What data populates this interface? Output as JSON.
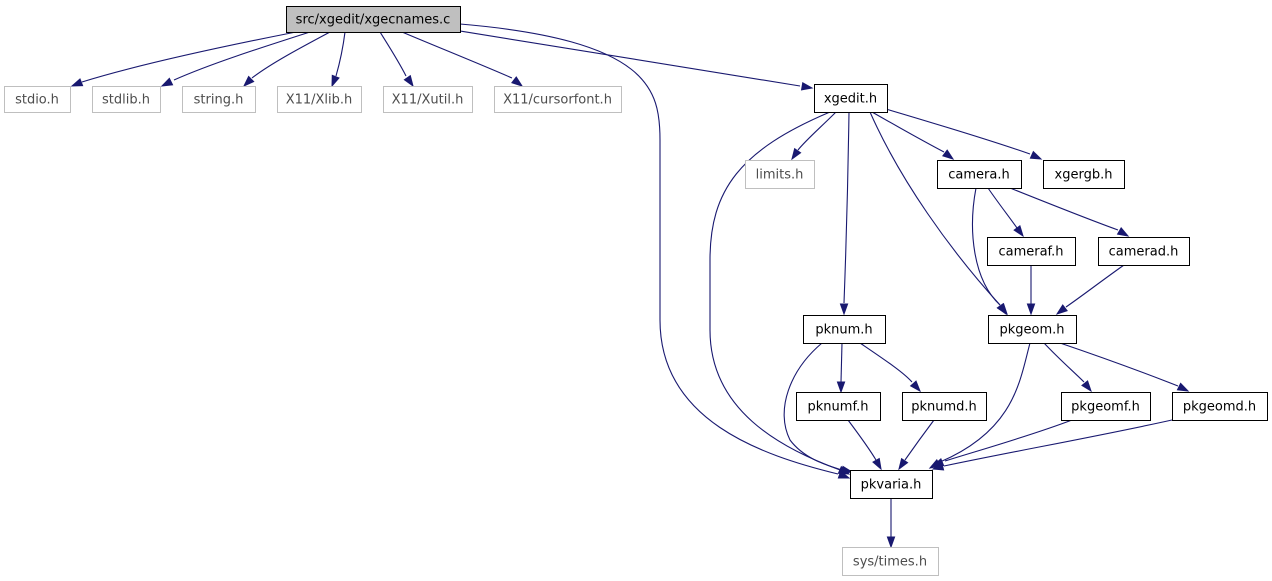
{
  "diagram": {
    "nodes": [
      {
        "id": "root",
        "label": "src/xgedit/xgecnames.c",
        "style": "root"
      },
      {
        "id": "stdio",
        "label": "stdio.h",
        "style": "external"
      },
      {
        "id": "stdlib",
        "label": "stdlib.h",
        "style": "external"
      },
      {
        "id": "string",
        "label": "string.h",
        "style": "external"
      },
      {
        "id": "xlib",
        "label": "X11/Xlib.h",
        "style": "external"
      },
      {
        "id": "xutil",
        "label": "X11/Xutil.h",
        "style": "external"
      },
      {
        "id": "cursorfont",
        "label": "X11/cursorfont.h",
        "style": "external"
      },
      {
        "id": "xgedit",
        "label": "xgedit.h",
        "style": "local"
      },
      {
        "id": "limits",
        "label": "limits.h",
        "style": "external"
      },
      {
        "id": "camera",
        "label": "camera.h",
        "style": "local"
      },
      {
        "id": "xgergb",
        "label": "xgergb.h",
        "style": "local"
      },
      {
        "id": "cameraf",
        "label": "cameraf.h",
        "style": "local"
      },
      {
        "id": "camerad",
        "label": "camerad.h",
        "style": "local"
      },
      {
        "id": "pknum",
        "label": "pknum.h",
        "style": "local"
      },
      {
        "id": "pkgeom",
        "label": "pkgeom.h",
        "style": "local"
      },
      {
        "id": "pknumf",
        "label": "pknumf.h",
        "style": "local"
      },
      {
        "id": "pknumd",
        "label": "pknumd.h",
        "style": "local"
      },
      {
        "id": "pkgeomf",
        "label": "pkgeomf.h",
        "style": "local"
      },
      {
        "id": "pkgeomd",
        "label": "pkgeomd.h",
        "style": "local"
      },
      {
        "id": "pkvaria",
        "label": "pkvaria.h",
        "style": "local"
      },
      {
        "id": "systimes",
        "label": "sys/times.h",
        "style": "external"
      }
    ],
    "edges": [
      {
        "from": "root",
        "to": "stdio"
      },
      {
        "from": "root",
        "to": "stdlib"
      },
      {
        "from": "root",
        "to": "string"
      },
      {
        "from": "root",
        "to": "xlib"
      },
      {
        "from": "root",
        "to": "xutil"
      },
      {
        "from": "root",
        "to": "cursorfont"
      },
      {
        "from": "root",
        "to": "xgedit"
      },
      {
        "from": "root",
        "to": "pkvaria"
      },
      {
        "from": "xgedit",
        "to": "limits"
      },
      {
        "from": "xgedit",
        "to": "camera"
      },
      {
        "from": "xgedit",
        "to": "xgergb"
      },
      {
        "from": "xgedit",
        "to": "pknum"
      },
      {
        "from": "xgedit",
        "to": "pkgeom"
      },
      {
        "from": "xgedit",
        "to": "pkvaria"
      },
      {
        "from": "camera",
        "to": "cameraf"
      },
      {
        "from": "camera",
        "to": "camerad"
      },
      {
        "from": "camera",
        "to": "pkgeom"
      },
      {
        "from": "cameraf",
        "to": "pkgeom"
      },
      {
        "from": "camerad",
        "to": "pkgeom"
      },
      {
        "from": "pknum",
        "to": "pknumf"
      },
      {
        "from": "pknum",
        "to": "pknumd"
      },
      {
        "from": "pknum",
        "to": "pkvaria"
      },
      {
        "from": "pknumf",
        "to": "pkvaria"
      },
      {
        "from": "pknumd",
        "to": "pkvaria"
      },
      {
        "from": "pkgeom",
        "to": "pkgeomf"
      },
      {
        "from": "pkgeom",
        "to": "pkgeomd"
      },
      {
        "from": "pkgeom",
        "to": "pkvaria"
      },
      {
        "from": "pkgeomf",
        "to": "pkvaria"
      },
      {
        "from": "pkgeomd",
        "to": "pkvaria"
      },
      {
        "from": "pkvaria",
        "to": "systimes"
      }
    ],
    "colors": {
      "edge": "#191970",
      "local_border": "#000000",
      "external_border": "#bfbfbf",
      "root_fill": "#bfbfbf",
      "external_text": "#4d4d4d",
      "local_text": "#000000"
    }
  }
}
